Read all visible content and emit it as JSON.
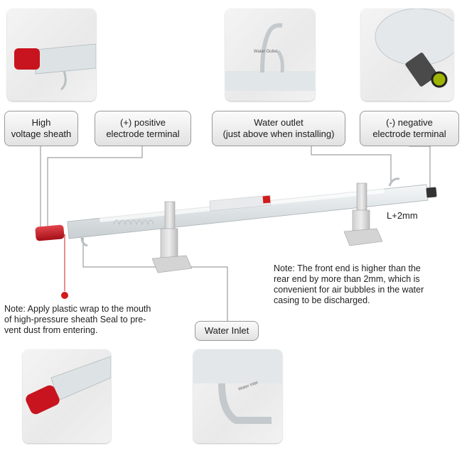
{
  "callouts": {
    "high_voltage_sheath": [
      "High",
      "voltage sheath"
    ],
    "positive_terminal": [
      "(+) positive",
      "electrode terminal"
    ],
    "water_outlet": [
      "Water outlet",
      "(just above when installing)"
    ],
    "negative_terminal": [
      "(-) negative",
      "electrode terminal"
    ],
    "water_inlet": "Water Inlet"
  },
  "notes": {
    "front_end": "Note: The front end is higher than the\nrear end by more than 2mm, which is\nconvenient for air bubbles in the water\ncasing to be discharged.",
    "plastic_wrap": "Note: Apply plastic wrap to the mouth\nof high-pressure sheath Seal to pre-\nvent dust from entering."
  },
  "height_marker": "L+2mm",
  "inset_texts": {
    "water_outlet_inset": "Water Outlet",
    "water_inlet_inset": "Water Inlet"
  },
  "colors": {
    "cap_red": "#c8141e",
    "indicator_red": "#d11a1a",
    "label_border": "#9a9a9a",
    "connector_line": "#8a8a8a"
  }
}
